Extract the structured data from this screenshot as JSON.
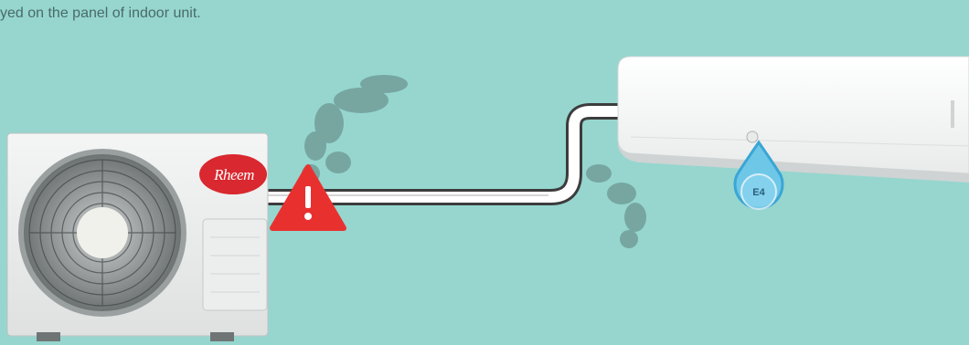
{
  "caption": {
    "line1": "yed on the panel of indoor unit."
  },
  "outdoor_unit": {
    "brand": "Rheem"
  },
  "warning": {
    "symbol": "!"
  },
  "indoor_unit": {
    "error_code": "E4"
  },
  "colors": {
    "background": "#96d6cf",
    "warning_red": "#e8312f",
    "badge_blue": "#6fc7e8",
    "brand_red": "#d9282f"
  },
  "icons": [
    "warning-triangle-icon",
    "water-drop-icon",
    "smoke-icon"
  ]
}
